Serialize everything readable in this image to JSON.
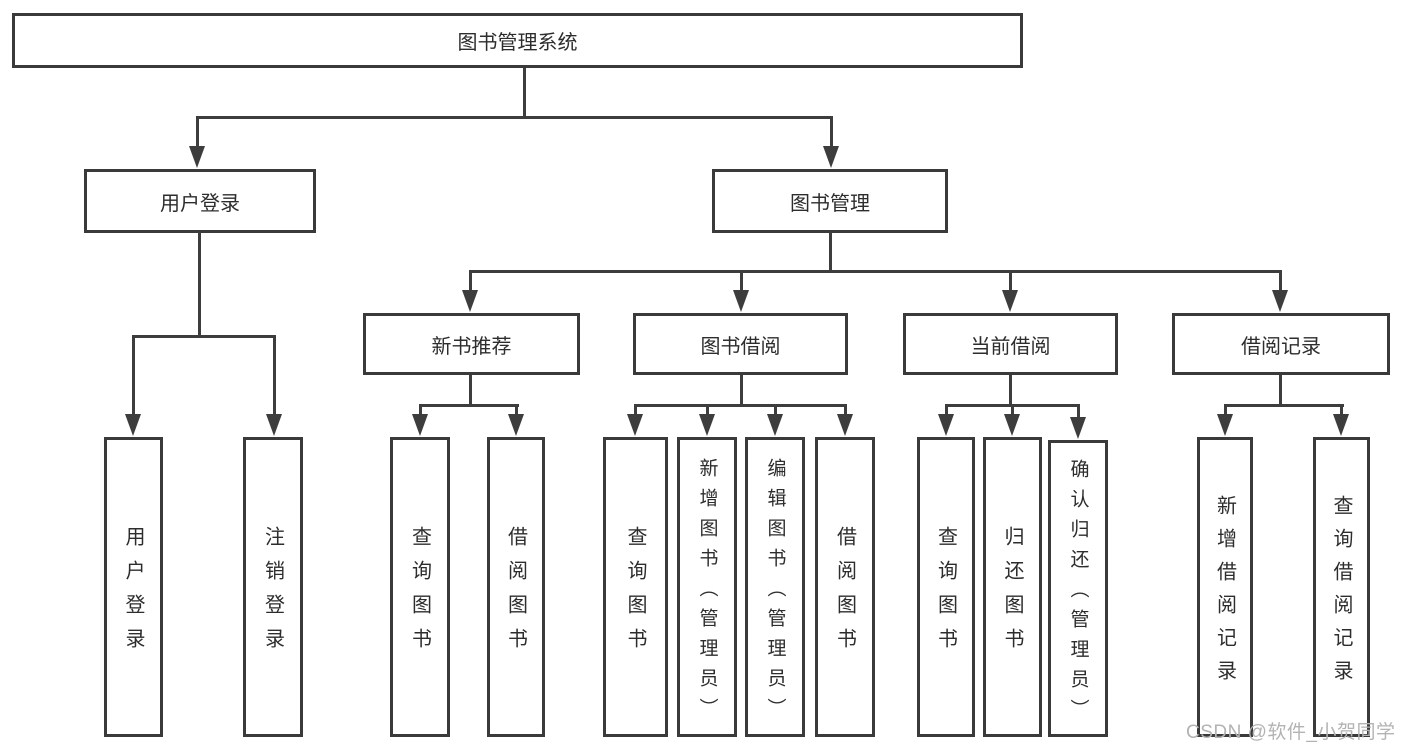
{
  "diagram": {
    "type": "hierarchy-tree",
    "title": "图书管理系统"
  },
  "tree": {
    "label": "图书管理系统",
    "children": [
      {
        "label": "用户登录",
        "children": [
          {
            "label": "用户登录"
          },
          {
            "label": "注销登录"
          }
        ]
      },
      {
        "label": "图书管理",
        "children": [
          {
            "label": "新书推荐",
            "children": [
              {
                "label": "查询图书"
              },
              {
                "label": "借阅图书"
              }
            ]
          },
          {
            "label": "图书借阅",
            "children": [
              {
                "label": "查询图书"
              },
              {
                "label": "新增图书（管理员）"
              },
              {
                "label": "编辑图书（管理员）"
              },
              {
                "label": "借阅图书"
              }
            ]
          },
          {
            "label": "当前借阅",
            "children": [
              {
                "label": "查询图书"
              },
              {
                "label": "归还图书"
              },
              {
                "label": "确认归还（管理员）"
              }
            ]
          },
          {
            "label": "借阅记录",
            "children": [
              {
                "label": "新增借阅记录"
              },
              {
                "label": "查询借阅记录"
              }
            ]
          }
        ]
      }
    ]
  },
  "watermark": {
    "text": "CSDN @软件_小贺同学"
  },
  "colors": {
    "line": "#3d3d3d",
    "border": "#3a3a3a",
    "text": "#2d2d2d",
    "wm": "#b3b3b3",
    "bg": "#ffffff"
  }
}
